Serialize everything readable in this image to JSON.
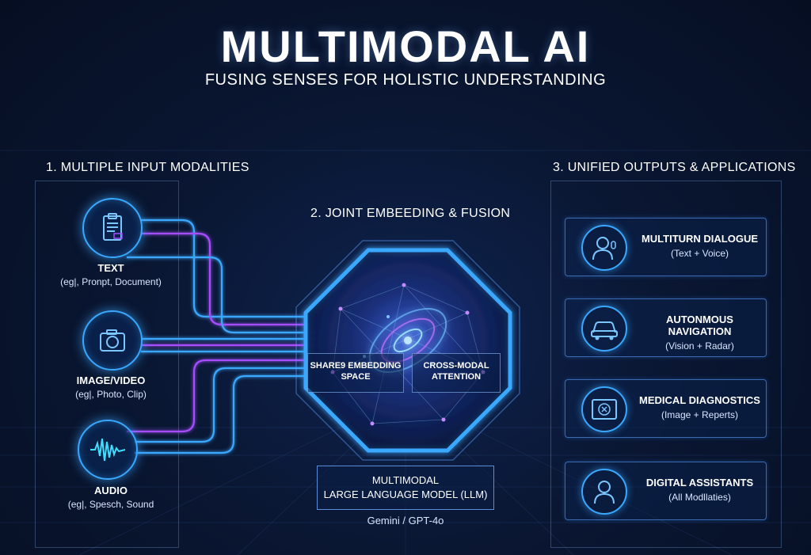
{
  "title": "MULTIMODAL AI",
  "subtitle": "FUSING SENSES FOR HOLISTIC UNDERSTANDING",
  "inputs": {
    "heading": "1. MULTIPLE INPUT MODALITIES",
    "items": [
      {
        "name": "TEXT",
        "desc": "(eg|, Pronpt, Document)",
        "icon": "document-icon"
      },
      {
        "name": "IMAGE/VIDEO",
        "desc": "(eg|, Photo, Clip)",
        "icon": "camera-icon"
      },
      {
        "name": "AUDIO",
        "desc": "(eg|, Spesch, Sound",
        "icon": "waveform-icon"
      }
    ]
  },
  "fusion": {
    "heading": "2. JOINT EMBEEDING & FUSION",
    "left_label": "SHARE9 EMBEDDING\nSPACE",
    "right_label": "CROSS-MODAL\nATTENTION",
    "model_line1": "MULTIMODAL",
    "model_line2": "LARGE LANGUAGE MODEL (LLM)",
    "examples": "Gemini / GPT-4o"
  },
  "outputs": {
    "heading": "3. UNIFIED OUTPUTS & APPLICATIONS",
    "items": [
      {
        "title": "MULTITURN DIALOGUE",
        "sub": "(Text + Voice)",
        "icon": "user-voice-icon"
      },
      {
        "title": "AUTONMOUS NAVIGATION",
        "sub": "(Vision + Radar)",
        "icon": "car-icon"
      },
      {
        "title": "MEDICAL DIAGNOSTICS",
        "sub": "(Image + Reperts)",
        "icon": "medical-scan-icon"
      },
      {
        "title": "DIGITAL ASSISTANTS",
        "sub": "(All Modllaties)",
        "icon": "assistant-icon"
      }
    ]
  },
  "colors": {
    "background": "#0a1733",
    "accent_blue": "#3aa8ff",
    "accent_purple": "#a64dff",
    "text": "#ffffff"
  }
}
